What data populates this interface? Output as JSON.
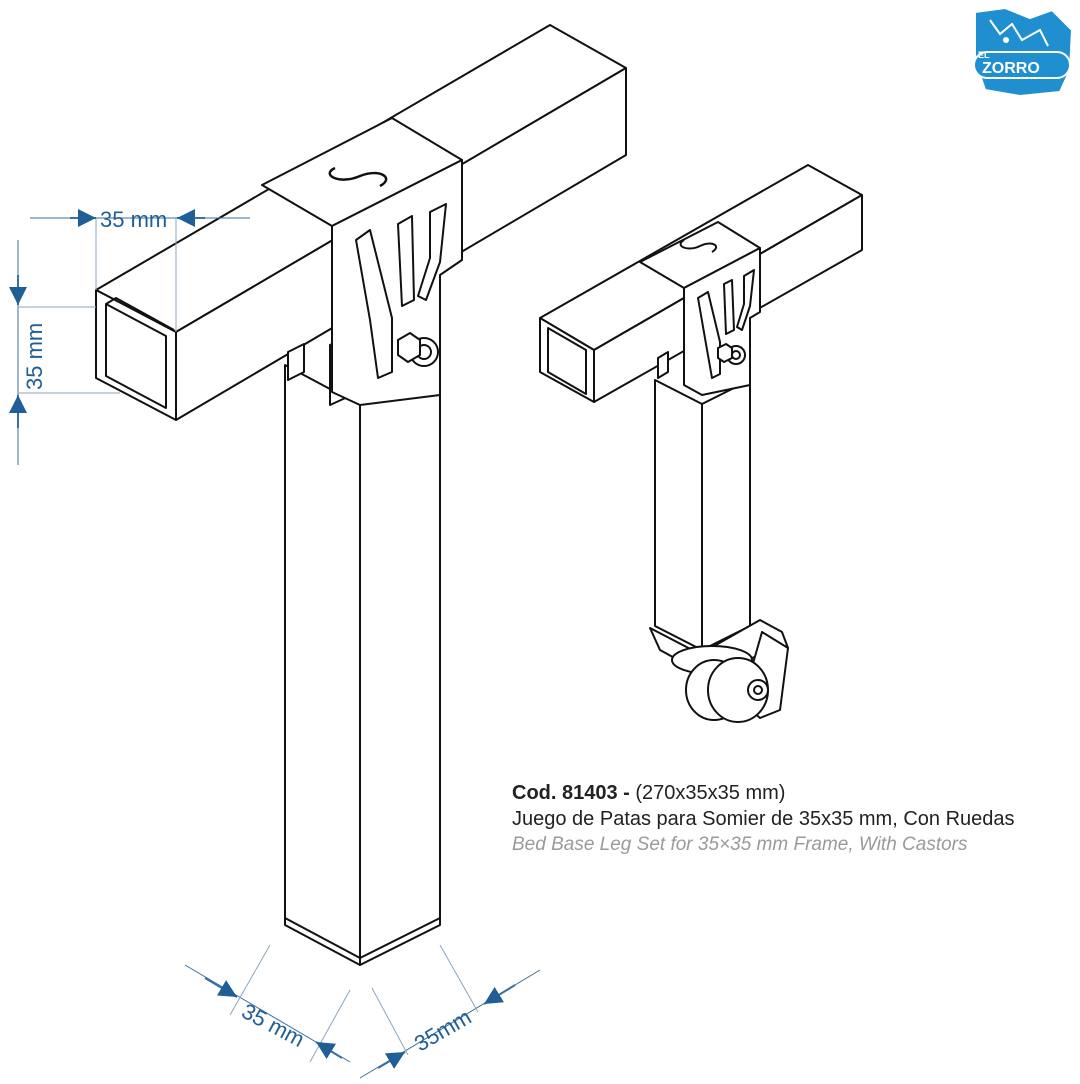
{
  "brand": {
    "logo_top": "EL",
    "logo_name": "ZORRO",
    "logo_mark": "®",
    "accent": "#1f8fd0"
  },
  "dimensions": {
    "tube_width": "35 mm",
    "tube_height": "35 mm",
    "leg_depth_left": "35 mm",
    "leg_depth_right": "35mm",
    "color": "#1f5f96"
  },
  "product": {
    "code": "Cod. 81403 -",
    "size": "(270x35x35 mm)",
    "title_es": "Juego de Patas para Somier de 35x35 mm, Con Ruedas",
    "title_en": "Bed Base Leg Set for 35×35 mm Frame, With Castors"
  },
  "icons": {
    "logo": "fox-logo-icon",
    "left_assembly": "bed-leg-drawing-icon",
    "right_assembly": "bed-leg-castor-drawing-icon"
  }
}
